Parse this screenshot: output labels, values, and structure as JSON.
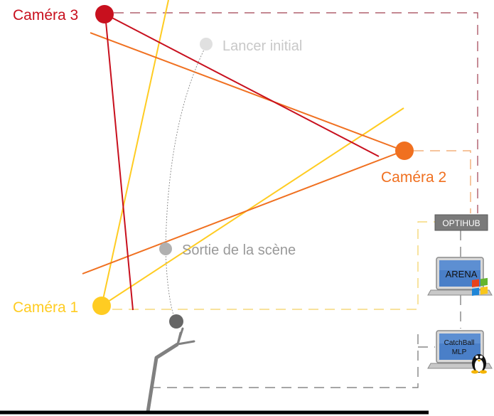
{
  "colors": {
    "camera1": "#ffcc22",
    "camera2": "#f07020",
    "camera3": "#c8101e",
    "trajectory_point_initial": "#e0e0e0",
    "trajectory_point_exit": "#b0b0b0",
    "label_grey_light": "#c8c8c8",
    "label_grey": "#999999",
    "optihub_fill": "#7a7a7a",
    "ground": "#000000",
    "hand": "#808080",
    "hand_ball": "#666666"
  },
  "cameras": {
    "camera1": {
      "label": "Caméra 1"
    },
    "camera2": {
      "label": "Caméra 2"
    },
    "camera3": {
      "label": "Caméra 3"
    }
  },
  "trajectory": {
    "initial_label": "Lancer initial",
    "exit_label": "Sortie de la scène"
  },
  "hardware": {
    "optihub_label": "OPTIHUB",
    "arena_label": "ARENA",
    "arena_os_icon": "windows-logo-icon",
    "catchball_label_line1": "CatchBall",
    "catchball_label_line2": "MLP",
    "catchball_os_icon": "linux-tux-icon"
  }
}
